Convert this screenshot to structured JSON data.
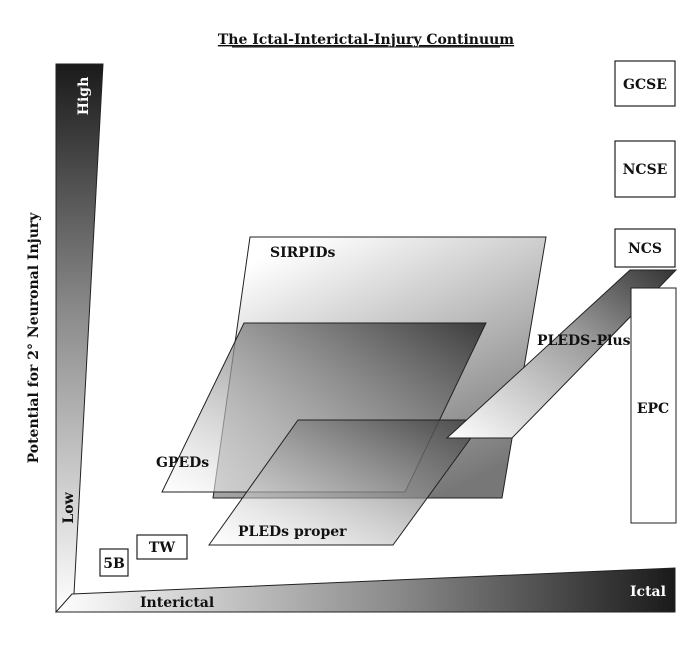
{
  "title": "The Ictal-Interictal-Injury Continuum",
  "y_axis": {
    "label": "Potential for 2° Neuronal Injury",
    "high_label": "High",
    "low_label": "Low"
  },
  "x_axis": {
    "low_label": "Interictal",
    "high_label": "Ictal"
  },
  "regions": {
    "sirpids": "SIRPIDs",
    "gpeds": "GPEDs",
    "pleds_proper": "PLEDs proper",
    "pleds_plus": "PLEDS-Plus",
    "epc": "EPC"
  },
  "boxes": {
    "gcse": "GCSE",
    "ncse": "NCSE",
    "ncs": "NCS",
    "tw": "TW",
    "fiveb": "5B"
  }
}
